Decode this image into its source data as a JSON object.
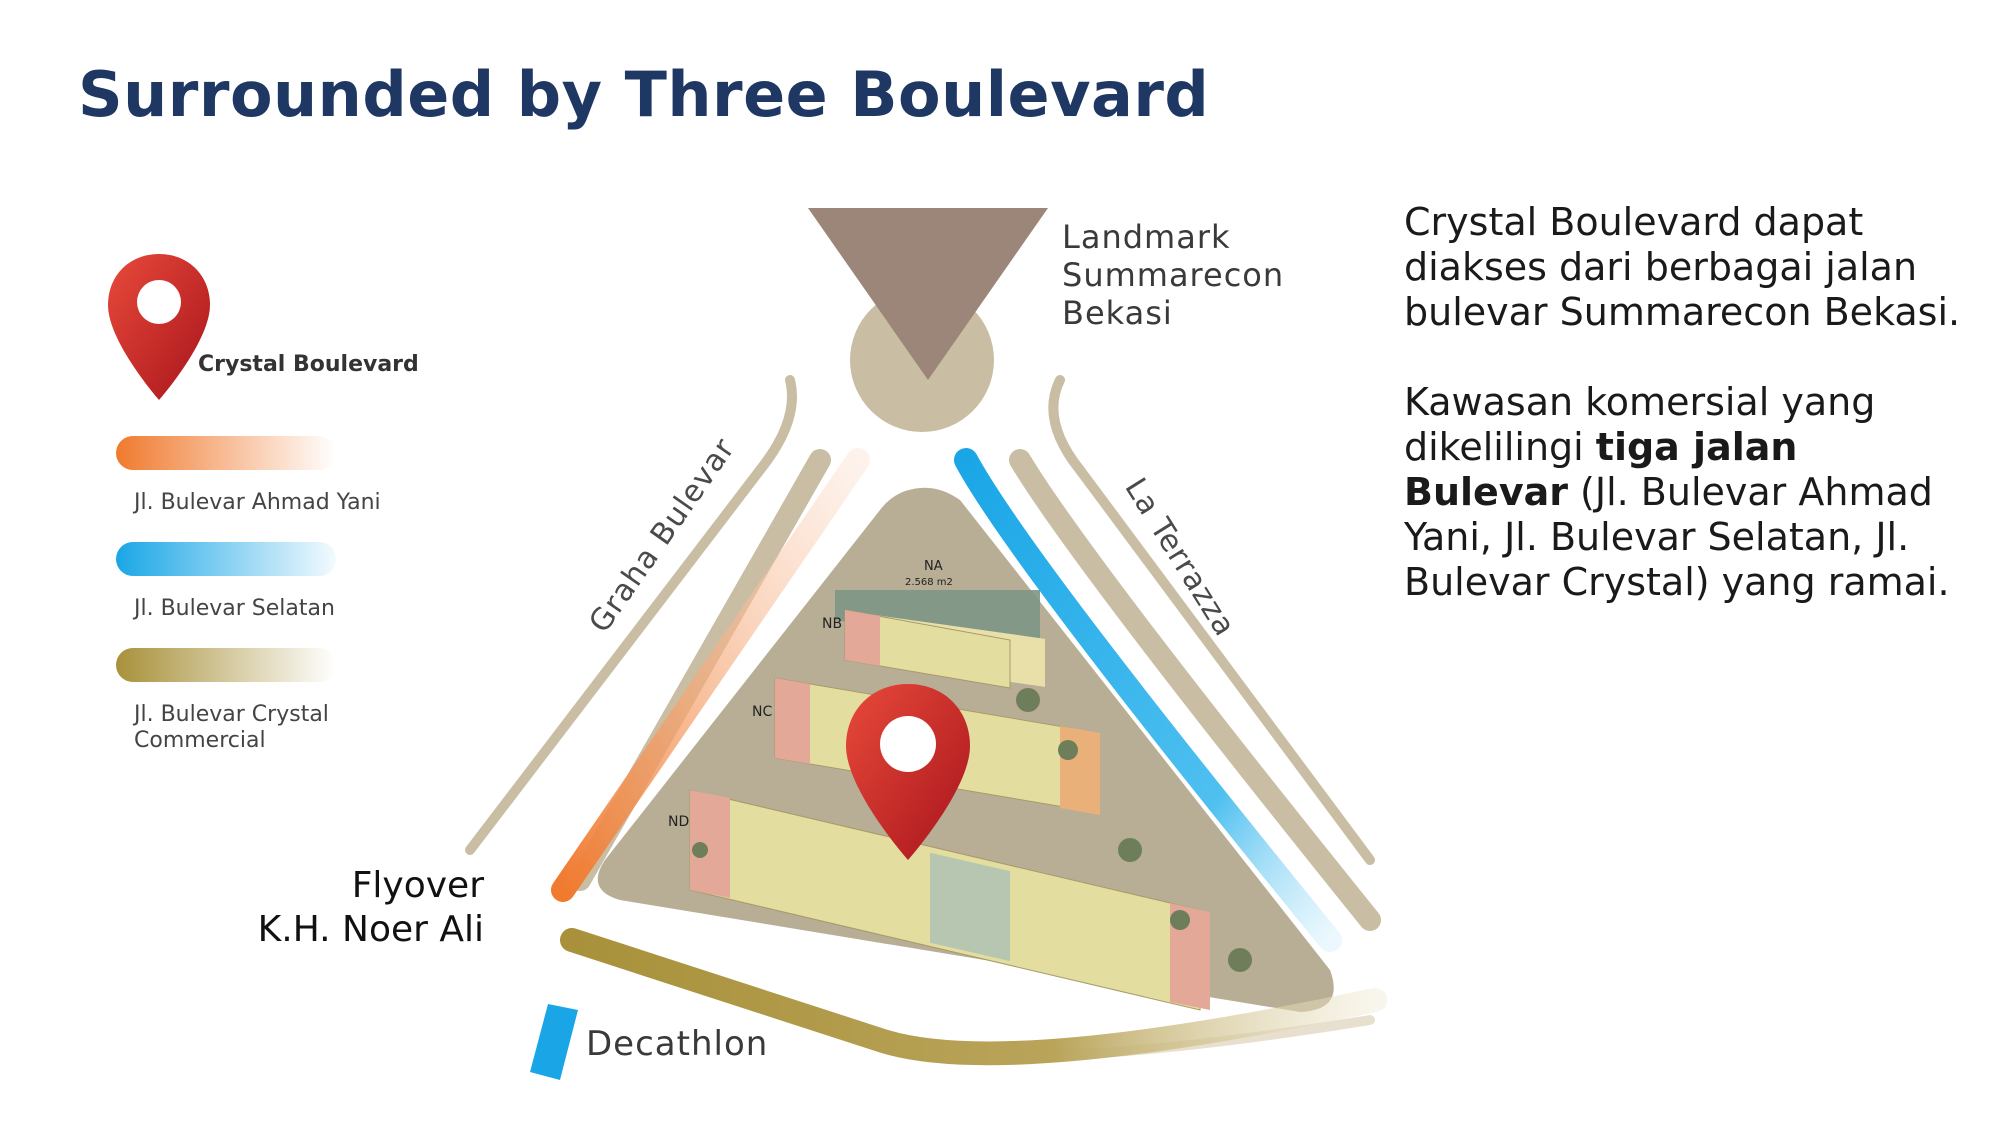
{
  "title": "Surrounded by Three Boulevard",
  "legend": {
    "pin_label": "Crystal Boulevard",
    "items": [
      {
        "label": "Jl. Bulevar Ahmad Yani",
        "color": "#f07a2e"
      },
      {
        "label": "Jl. Bulevar Selatan",
        "color": "#1aa6e6"
      },
      {
        "label": "Jl. Bulevar Crystal Commercial",
        "color": "#a8913a"
      }
    ]
  },
  "map": {
    "landmark_line1": "Landmark",
    "landmark_line2": "Summarecon",
    "landmark_line3": "Bekasi",
    "road_graha": "Graha Bulevar",
    "road_terrazza": "La Terrazza",
    "flyover_line1": "Flyover",
    "flyover_line2": "K.H. Noer Ali",
    "decathlon": "Decathlon",
    "plot_na": "NA",
    "plot_na_area": "2.568 m2",
    "plot_nb": "NB",
    "plot_nc": "NC",
    "plot_nd": "ND"
  },
  "description": {
    "p1": "Crystal Boulevard dapat diakses dari berbagai jalan bulevar Summarecon Bekasi.",
    "p2_before": "Kawasan komersial yang dikelilingi ",
    "p2_bold": "tiga jalan Bulevar",
    "p2_after": " (Jl. Bulevar Ahmad Yani, Jl. Bulevar Selatan, Jl. Bulevar Crystal) yang ramai."
  },
  "colors": {
    "title": "#1f3763",
    "pin": "#d42a2a",
    "road_beige": "#c9bda4",
    "site_green": "#8a9c86",
    "landmark_triangle": "#9c8679"
  },
  "icons": {
    "legend_pin": "map-pin-icon",
    "map_pin": "map-pin-icon",
    "decathlon_marker": "building-marker-icon"
  }
}
